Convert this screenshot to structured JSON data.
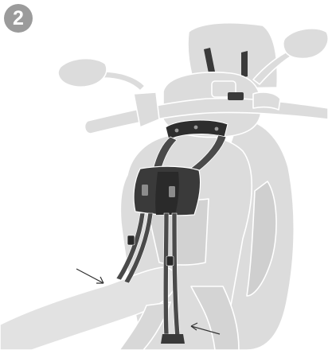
{
  "step": {
    "number": "2"
  },
  "colors": {
    "badge": "#9b9b9b",
    "scooter_fill": "#dcdcdc",
    "scooter_outline": "#ffffff",
    "harness_fill": "#4a4a4a",
    "harness_dark": "#2e2e2e",
    "arrow": "#333333"
  },
  "icons": {
    "scooter": "scooter-front-view",
    "harness": "tank-bag-harness",
    "arrows": "pointer-arrow"
  }
}
